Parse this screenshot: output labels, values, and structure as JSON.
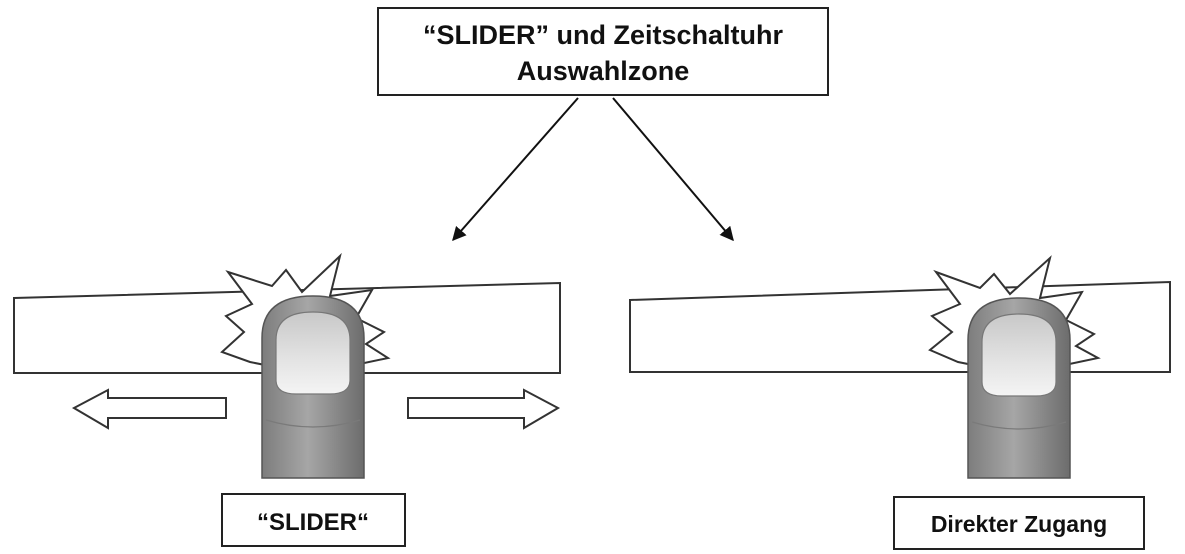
{
  "diagram": {
    "zone_label_line1": "“SLIDER” und Zeitschaltuhr",
    "zone_label_line2": "Auswahlzone",
    "slider_label": "“SLIDER“",
    "direct_label": "Direkter Zugang"
  },
  "icons": {
    "left_arrow": "arrow-left-icon",
    "right_arrow": "arrow-right-icon",
    "finger": "finger-icon",
    "touch_burst": "touch-burst-icon"
  },
  "colors": {
    "stroke": "#222222",
    "finger_fill": "#9a9a9a",
    "finger_dark": "#6e6e6e",
    "nail_fill": "#d9d9d9",
    "background": "#ffffff"
  }
}
